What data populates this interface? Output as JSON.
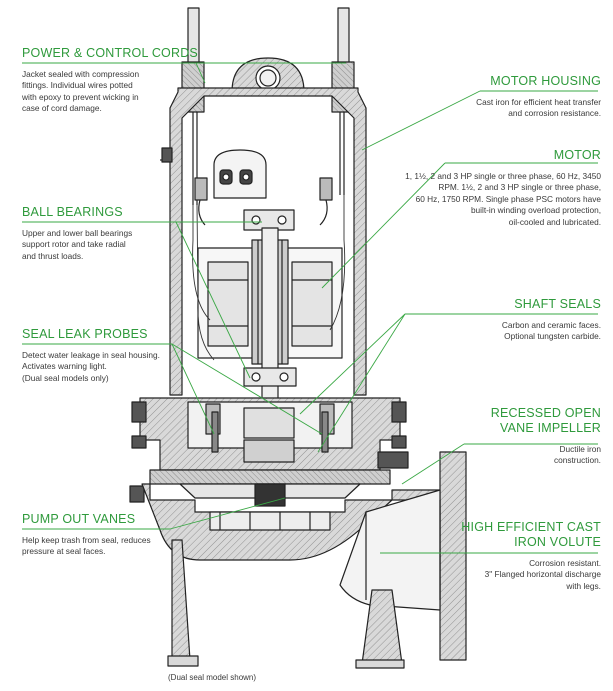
{
  "callouts": {
    "power_cords": {
      "title": "POWER & CONTROL CORDS",
      "lines": [
        "Jacket sealed with compression",
        "fittings.  Individual wires potted",
        "with epoxy to prevent wicking in",
        "case of cord damage."
      ]
    },
    "motor_housing": {
      "title": "MOTOR HOUSING",
      "lines": [
        "Cast iron for efficient heat transfer",
        "and corrosion resistance."
      ]
    },
    "motor": {
      "title": "MOTOR",
      "lines": [
        "1, 1½, 2 and 3 HP single or three phase, 60 Hz, 3450",
        "RPM.  1½, 2 and 3 HP single or three phase,",
        "60 Hz, 1750 RPM.  Single phase PSC motors have",
        "built-in winding overload protection,",
        "oil-cooled and lubricated."
      ]
    },
    "ball_bearings": {
      "title": "BALL BEARINGS",
      "lines": [
        "Upper and lower ball bearings",
        "support rotor and take radial",
        "and thrust loads."
      ]
    },
    "shaft_seals": {
      "title": "SHAFT SEALS",
      "lines": [
        "Carbon and ceramic faces.",
        "Optional tungsten carbide."
      ]
    },
    "seal_leak_probes": {
      "title": "SEAL LEAK PROBES",
      "lines": [
        "Detect water leakage in seal housing.",
        "Activates warning light.",
        "(Dual seal models only)"
      ]
    },
    "impeller": {
      "title_lines": [
        "RECESSED OPEN",
        "VANE IMPELLER"
      ],
      "lines": [
        "Ductile iron",
        "construction."
      ]
    },
    "pump_out_vanes": {
      "title": "PUMP OUT VANES",
      "lines": [
        "Help keep trash from seal, reduces",
        "pressure at seal faces."
      ]
    },
    "volute": {
      "title_lines": [
        "HIGH EFFICIENT CAST",
        "IRON VOLUTE"
      ],
      "lines": [
        "Corrosion resistant.",
        "3\" Flanged horizontal discharge",
        "with legs."
      ]
    }
  },
  "footnote": "(Dual seal model shown)",
  "colors": {
    "accent_green": "#2f9a3c",
    "leader_green": "#3aa845",
    "drawing_stroke": "#222222",
    "section_fill": "#d9d9d9",
    "body_text": "#3a3a3a"
  }
}
